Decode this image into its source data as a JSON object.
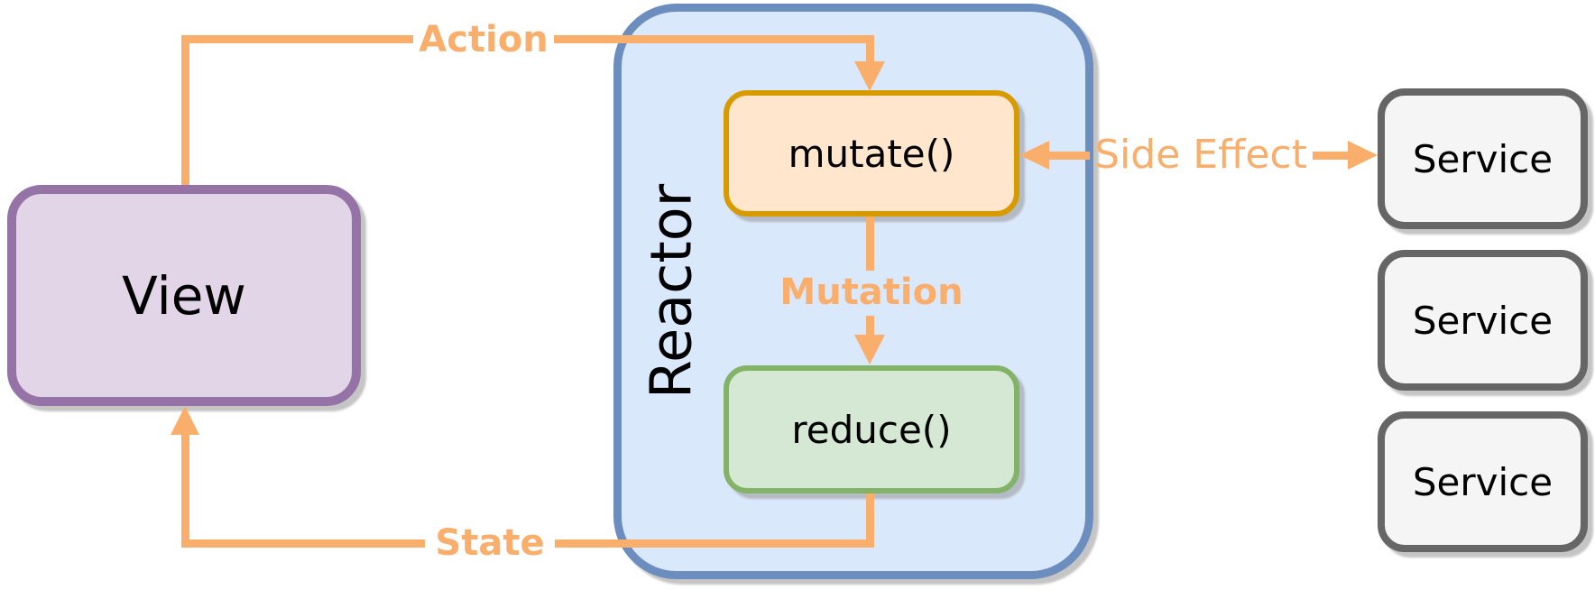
{
  "colors": {
    "arrow": "#F9AE6B",
    "view_fill": "#E1D5E7",
    "view_border": "#9673A6",
    "reactor_fill": "#DAE8FC",
    "reactor_border": "#6C8EBF",
    "mutate_fill": "#FFE6CC",
    "mutate_border": "#D79B00",
    "reduce_fill": "#D5E8D4",
    "reduce_border": "#82B366",
    "service_fill": "#F5F5F5",
    "service_border": "#666666"
  },
  "nodes": {
    "view": {
      "label": "View"
    },
    "reactor": {
      "label": "Reactor"
    },
    "mutate": {
      "label": "mutate()"
    },
    "reduce": {
      "label": "reduce()"
    },
    "services": [
      {
        "label": "Service"
      },
      {
        "label": "Service"
      },
      {
        "label": "Service"
      }
    ]
  },
  "edges": {
    "action": {
      "label": "Action"
    },
    "mutation": {
      "label": "Mutation"
    },
    "state": {
      "label": "State"
    },
    "side_effect": {
      "label": "Side Effect"
    }
  }
}
